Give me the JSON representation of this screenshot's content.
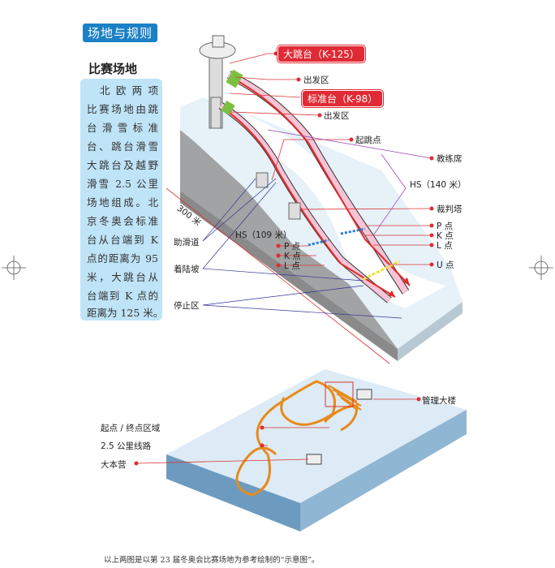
{
  "section_title": "场地与规则",
  "subheading": "比赛场地",
  "body_lines": [
    "北欧两项",
    "比赛场地由跳",
    "台滑雪标准",
    "台、跳台滑雪",
    "大跳台及越野",
    "滑雪 2.5 公里",
    "场地组成。北",
    "京冬奥会标准",
    "台从台端到 K",
    "点的距离为 95",
    "米，大跳台从",
    "台端到 K 点的",
    "距离为 125 米。"
  ],
  "jump_diagram": {
    "large_hill": "大跳台（K-125）",
    "normal_hill": "标准台（K-98）",
    "start_area_1": "出发区",
    "start_area_2": "出发区",
    "takeoff": "起跳点",
    "coach_stand": "教练席",
    "hs_large": "HS（140 米）",
    "judge_tower": "裁判塔",
    "p_large": "P 点",
    "k_large": "K 点",
    "l_large": "L 点",
    "u_point": "U 点",
    "hs_normal": "HS（109 米）",
    "p_normal": "P 点",
    "k_normal": "K 点",
    "l_normal": "L 点",
    "inrun": "助滑道",
    "landing_slope": "着陆坡",
    "outrun": "停止区",
    "length": "300 米"
  },
  "xc_diagram": {
    "admin_building": "管理大楼",
    "start_finish": "起点 / 终点区域",
    "course": "2.5 公里线路",
    "base_camp": "大本营"
  },
  "footnote": "以上两图是以第 23 届冬奥会比赛场地为参考绘制的“示意图”。",
  "colors": {
    "badge": "#1b80c6",
    "textbox": "#bfe3f7",
    "label_red": "#e02a35"
  }
}
